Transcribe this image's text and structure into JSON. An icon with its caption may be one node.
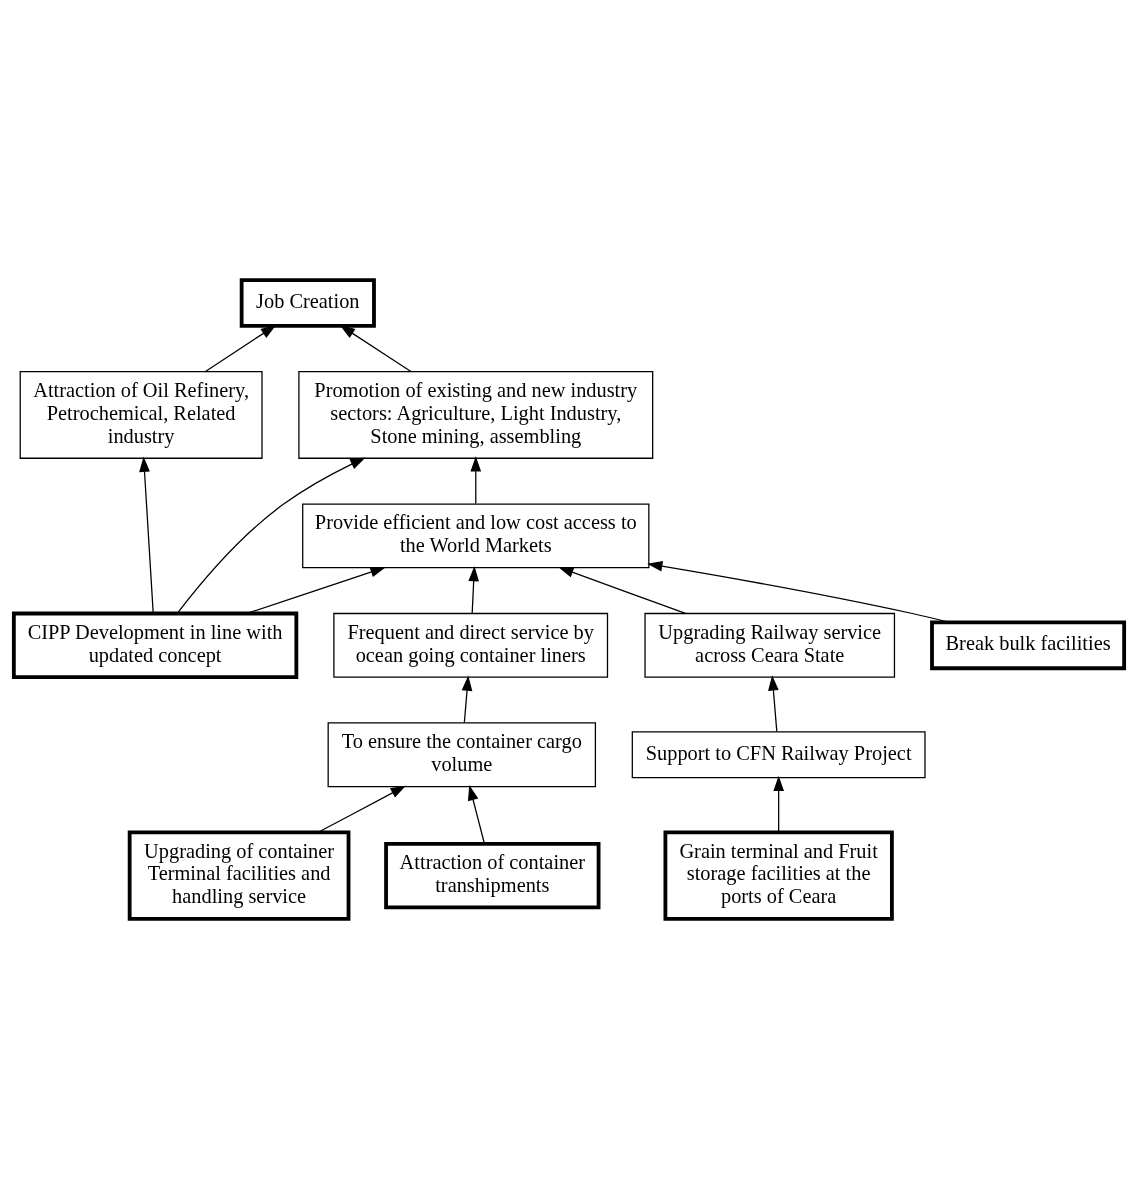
{
  "diagram": {
    "nodes": [
      {
        "text": [
          "Job Creation"
        ]
      },
      {
        "text": [
          "Promotion of existing and new industry sectors: Agriculture, Light Industry, Stone mining, assembling"
        ]
      },
      {
        "text": [
          "Attraction of Oil Refinery, Petrochemical, Related industry"
        ]
      },
      {
        "text": [
          "Provide efficient and low cost access to the World Markets"
        ]
      },
      {
        "text": [
          "CIPP Development in line with updated concept"
        ]
      },
      {
        "text": [
          "Frequent and direct service by ocean going container liners"
        ]
      },
      {
        "text": [
          "Upgrading Railway service across Ceara State"
        ]
      },
      {
        "text": [
          "To ensure the container cargo volume"
        ]
      },
      {
        "text": [
          "Support to CFN Railway Project"
        ]
      },
      {
        "text": [
          "Upgrading of container Terminal facilities and handling service"
        ]
      },
      {
        "text": [
          "Grain terminal and Fruit storage facilities at the ports of Ceara"
        ]
      },
      {
        "text": [
          "Attraction of container transhipments"
        ]
      },
      {
        "text": [
          "Break bulk facilities"
        ]
      }
    ],
    "edges": [
      {
        "from": 1,
        "to": 0,
        "arrow": "to"
      },
      {
        "from": 2,
        "to": 0,
        "arrow": "to"
      },
      {
        "from": 4,
        "to": 1,
        "arrow": "to"
      },
      {
        "from": 4,
        "to": 2,
        "arrow": "to"
      },
      {
        "from": 4,
        "to": 3,
        "arrow": "to"
      },
      {
        "from": 3,
        "to": 1,
        "arrow": "to"
      },
      {
        "from": 5,
        "to": 3,
        "arrow": "to"
      },
      {
        "from": 12,
        "to": 3,
        "arrow": "to"
      },
      {
        "from": 6,
        "to": 3,
        "arrow": "to"
      },
      {
        "from": 7,
        "to": 5,
        "arrow": "to"
      },
      {
        "from": 9,
        "to": 7,
        "arrow": "to"
      },
      {
        "from": 11,
        "to": 7,
        "arrow": "to"
      },
      {
        "from": 8,
        "to": 6,
        "arrow": "to"
      },
      {
        "from": 10,
        "to": 8,
        "arrow": "to"
      }
    ]
  }
}
